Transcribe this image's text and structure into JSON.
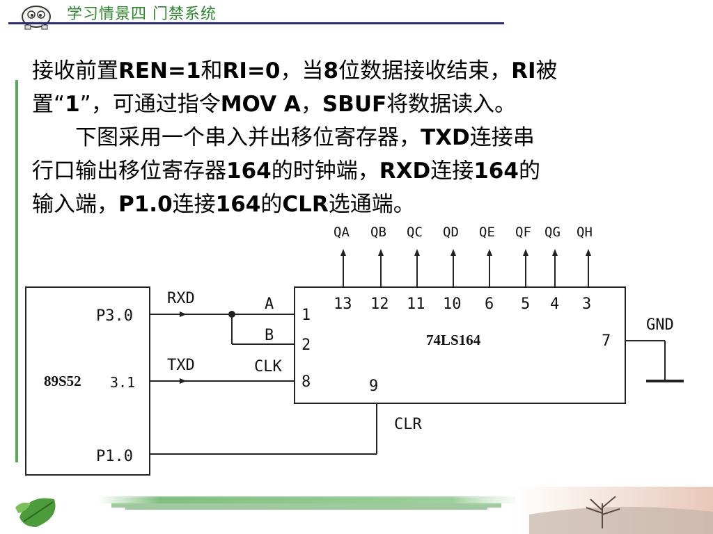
{
  "header": {
    "title": "学习情景四  门禁系统"
  },
  "paragraph1": {
    "segments": [
      {
        "t": "接收前置",
        "b": false
      },
      {
        "t": "REN=1",
        "b": true
      },
      {
        "t": "和",
        "b": false
      },
      {
        "t": "RI=0",
        "b": true
      },
      {
        "t": "，当",
        "b": false
      },
      {
        "t": "8",
        "b": true
      },
      {
        "t": "位数据接收结束，",
        "b": false
      },
      {
        "t": "RI",
        "b": true
      },
      {
        "t": "被",
        "b": false
      }
    ]
  },
  "paragraph2": {
    "segments": [
      {
        "t": "置“",
        "b": false
      },
      {
        "t": "1",
        "b": true
      },
      {
        "t": "”，可通过指令",
        "b": false
      },
      {
        "t": "MOV A",
        "b": true
      },
      {
        "t": "，",
        "b": false
      },
      {
        "t": "SBUF",
        "b": true
      },
      {
        "t": "将数据读入。",
        "b": false
      }
    ]
  },
  "paragraph3": {
    "segments": [
      {
        "t": "　　下图采用一个串入并出移位寄存器，",
        "b": false
      },
      {
        "t": "TXD",
        "b": true
      },
      {
        "t": "连接串",
        "b": false
      }
    ]
  },
  "paragraph4": {
    "segments": [
      {
        "t": "行口输出移位寄存器",
        "b": false
      },
      {
        "t": "164",
        "b": true
      },
      {
        "t": "的时钟端，",
        "b": false
      },
      {
        "t": "RXD",
        "b": true
      },
      {
        "t": "连接",
        "b": false
      },
      {
        "t": "164",
        "b": true
      },
      {
        "t": "的",
        "b": false
      }
    ]
  },
  "paragraph5": {
    "segments": [
      {
        "t": "输入端，",
        "b": false
      },
      {
        "t": "P1.0",
        "b": true
      },
      {
        "t": "连接",
        "b": false
      },
      {
        "t": "164",
        "b": true
      },
      {
        "t": "的",
        "b": false
      },
      {
        "t": "CLR",
        "b": true
      },
      {
        "t": "选通端。",
        "b": false
      }
    ]
  },
  "circuit": {
    "mcu_label": "89S52",
    "mcu_pins": [
      "P3.0",
      "3.1",
      "P1.0"
    ],
    "chip_label": "74LS164",
    "signals": [
      "RXD",
      "TXD",
      "CLR",
      "GND"
    ],
    "input_labels": [
      "A",
      "B",
      "CLK"
    ],
    "left_pins": [
      "1",
      "2",
      "8"
    ],
    "bottom_pin": "9",
    "right_pin": "7",
    "top_pins": [
      "13",
      "12",
      "11",
      "10",
      "6",
      "5",
      "4",
      "3"
    ],
    "outputs": [
      "QA",
      "QB",
      "QC",
      "QD",
      "QE",
      "QF",
      "QG",
      "QH"
    ]
  },
  "colors": {
    "title": "#2a8a2a",
    "rule": "#2a2a7a",
    "leftbar": "#5aaa5a",
    "leaf": "#4c9c3c"
  }
}
